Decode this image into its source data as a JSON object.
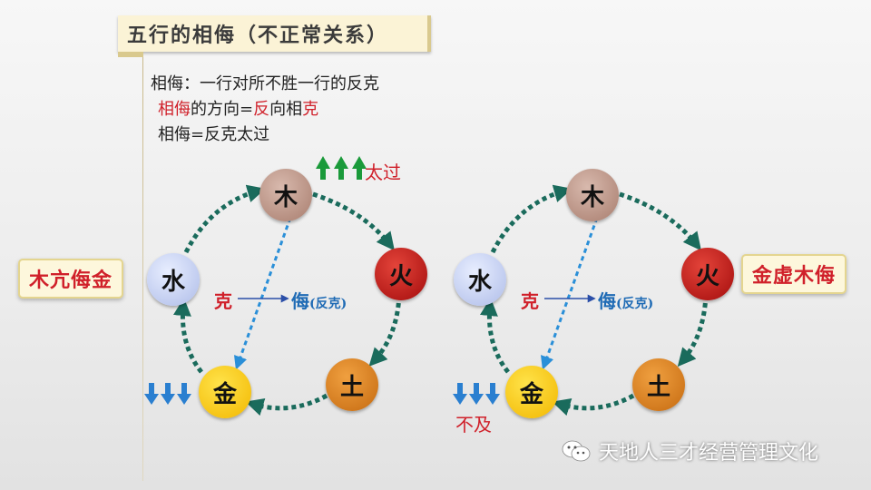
{
  "title": "五行的相侮（不正常关系）",
  "definitions": {
    "line1": "相侮：一行对所不胜一行的反克",
    "line2_red1": "相侮",
    "line2_mid": "的方向=",
    "line2_red2": "反",
    "line2_mid2": "向相",
    "line2_red3": "克",
    "line3": "相侮=反克太过"
  },
  "left_diagram": {
    "side_label": "木亢侮金",
    "nodes": {
      "wood": "木",
      "fire": "火",
      "earth": "土",
      "metal": "金",
      "water": "水"
    },
    "ke_label": "克",
    "wu_label": "侮",
    "wu_sub": "(反克)",
    "excess_label": "太过"
  },
  "right_diagram": {
    "side_label": "金虚木侮",
    "nodes": {
      "wood": "木",
      "fire": "火",
      "earth": "土",
      "metal": "金",
      "water": "水"
    },
    "ke_label": "克",
    "wu_label": "侮",
    "wu_sub": "(反克)",
    "deficient_label": "不及"
  },
  "watermark": "天地人三才经营管理文化",
  "colors": {
    "cycle_arrow": "#1a6b5c",
    "ke_arrow": "#2a8fd8",
    "up_arrow": "#1a9a3a",
    "down_arrow": "#2a7fd0",
    "accent_red": "#d0202a"
  }
}
